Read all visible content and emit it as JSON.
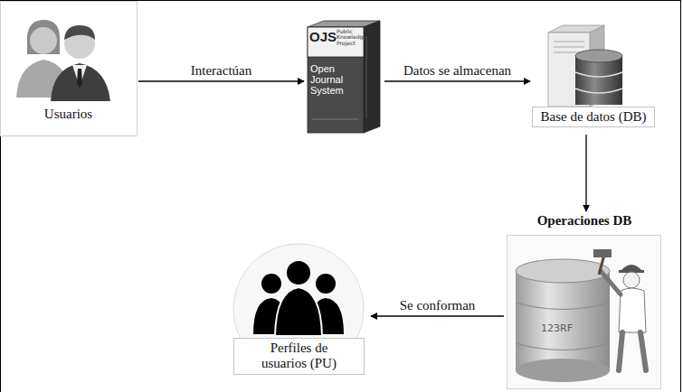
{
  "diagram": {
    "nodes": [
      {
        "text": [
          "Usuarios"
        ]
      },
      {
        "text": [
          "OJS",
          "Public Knowledge Project",
          "Open Journal System"
        ]
      },
      {
        "text": [
          "Base de datos (DB)"
        ]
      },
      {
        "text": [
          "Operaciones DB"
        ]
      },
      {
        "text": [
          "Perfiles de usuarios (PU)"
        ]
      }
    ],
    "edges": [
      {
        "from": 0,
        "to": 1,
        "label": "Interactúan",
        "arrow": "to"
      },
      {
        "from": 1,
        "to": 2,
        "label": "Datos se almacenan",
        "arrow": "to"
      },
      {
        "from": 2,
        "to": 3,
        "arrow": "to"
      },
      {
        "from": 3,
        "to": 4,
        "label": "Se conforman",
        "arrow": "to"
      }
    ],
    "labels": [
      "123RF"
    ]
  }
}
